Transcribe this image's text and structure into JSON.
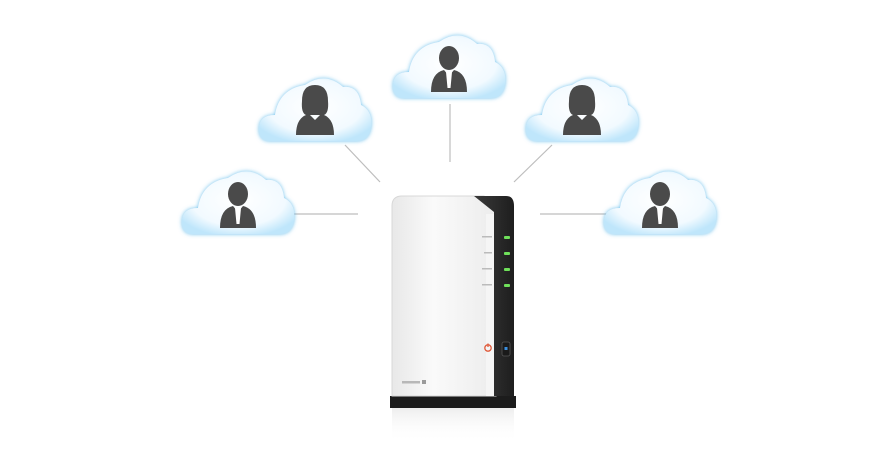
{
  "diagram": {
    "users": [
      {
        "role": "man-user"
      },
      {
        "role": "woman-user"
      },
      {
        "role": "man-user"
      },
      {
        "role": "woman-user"
      },
      {
        "role": "man-user"
      }
    ],
    "nas": {
      "led_labels": [
        "",
        "",
        "",
        ""
      ],
      "model_label": ""
    }
  },
  "colors": {
    "cloud_fill": "#f4fbff",
    "cloud_edge": "#8fd0f0",
    "person": "#4a4a4a",
    "connector": "#bdbdbd",
    "nas_body": "#f2f2f2",
    "nas_panel": "#2a2a2a",
    "led_green": "#6fe05a",
    "power_red": "#e05a3a",
    "button_blue": "#3a8fe0"
  }
}
